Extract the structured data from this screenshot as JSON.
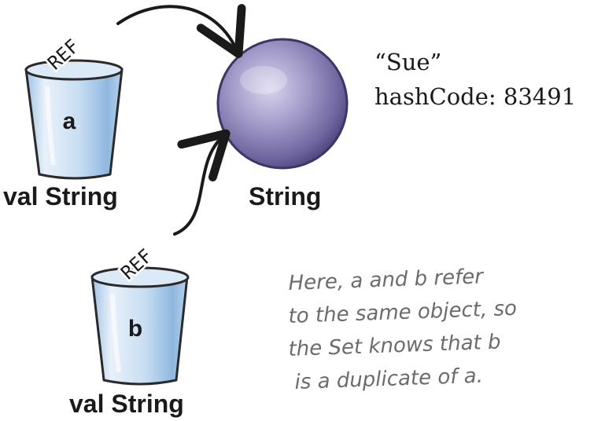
{
  "cup_a": {
    "letter": "a",
    "type_label": "val String",
    "ref_label": "REF"
  },
  "cup_b": {
    "letter": "b",
    "type_label": "val String",
    "ref_label": "REF"
  },
  "object": {
    "type_label": "String",
    "value": "“Sue”",
    "hash": "hashCode: 83491"
  },
  "note": {
    "lines": [
      "Here, a and b refer",
      "to the same object, so",
      "the Set knows that b",
      "is a duplicate of a."
    ]
  },
  "colors": {
    "cup_fill": "#cfe2f3",
    "cup_shade": "#9fc3e3",
    "sphere_main": "#8e86b8",
    "sphere_dark": "#5e5690",
    "sphere_light": "#cfcbe6",
    "arrow": "#1a1a1a",
    "note_text": "#6b6b6b"
  },
  "icons": {
    "cup_a": "cup-icon",
    "cup_b": "cup-icon",
    "object": "sphere-icon",
    "arrow_a": "arrow-icon",
    "arrow_b": "arrow-icon"
  }
}
